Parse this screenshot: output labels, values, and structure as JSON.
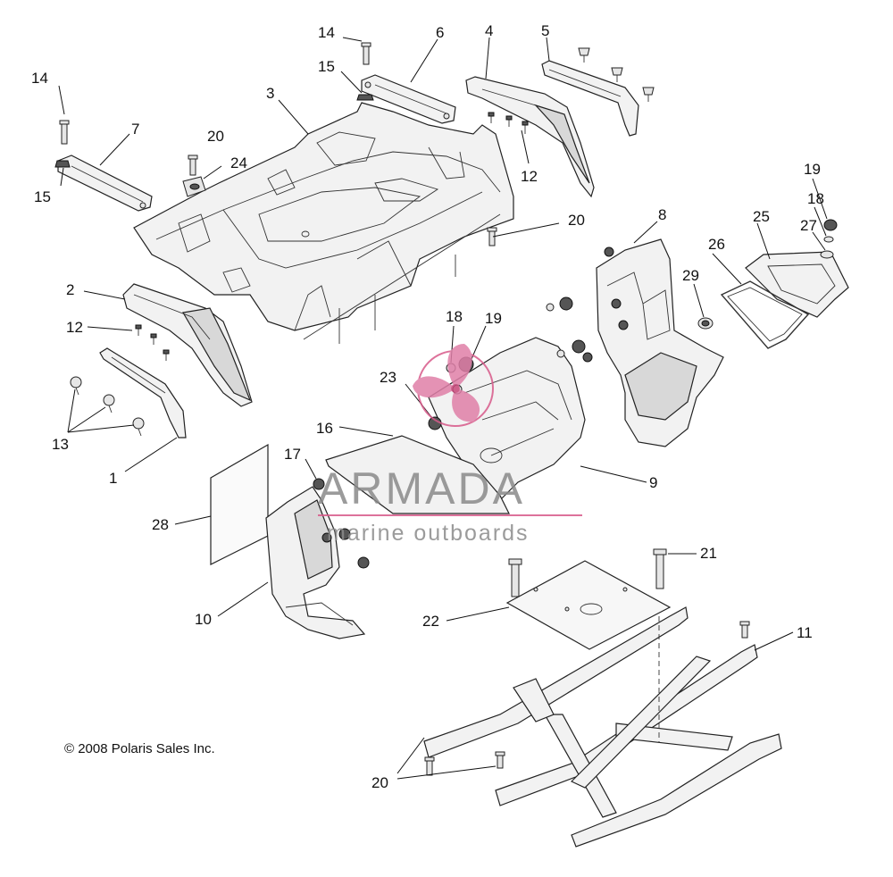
{
  "copyright": "© 2008 Polaris Sales Inc.",
  "watermark": {
    "brand": "ARMADA",
    "tagline": "marine outboards",
    "colors": {
      "accent": "#d85a8a",
      "text": "#8a8a8a"
    }
  },
  "callouts": [
    {
      "id": "c14a",
      "label": "14"
    },
    {
      "id": "c6",
      "label": "6"
    },
    {
      "id": "c4",
      "label": "4"
    },
    {
      "id": "c5",
      "label": "5"
    },
    {
      "id": "c14b",
      "label": "14"
    },
    {
      "id": "c15a",
      "label": "15"
    },
    {
      "id": "c3",
      "label": "3"
    },
    {
      "id": "c7",
      "label": "7"
    },
    {
      "id": "c20a",
      "label": "20"
    },
    {
      "id": "c24",
      "label": "24"
    },
    {
      "id": "c15b",
      "label": "15"
    },
    {
      "id": "c12a",
      "label": "12"
    },
    {
      "id": "c19a",
      "label": "19"
    },
    {
      "id": "c20b",
      "label": "20"
    },
    {
      "id": "c18a",
      "label": "18"
    },
    {
      "id": "c8",
      "label": "8"
    },
    {
      "id": "c25",
      "label": "25"
    },
    {
      "id": "c27",
      "label": "27"
    },
    {
      "id": "c26",
      "label": "26"
    },
    {
      "id": "c29",
      "label": "29"
    },
    {
      "id": "c2",
      "label": "2"
    },
    {
      "id": "c12b",
      "label": "12"
    },
    {
      "id": "c18b",
      "label": "18"
    },
    {
      "id": "c19b",
      "label": "19"
    },
    {
      "id": "c23",
      "label": "23"
    },
    {
      "id": "c13",
      "label": "13"
    },
    {
      "id": "c16",
      "label": "16"
    },
    {
      "id": "c9",
      "label": "9"
    },
    {
      "id": "c1",
      "label": "1"
    },
    {
      "id": "c17",
      "label": "17"
    },
    {
      "id": "c28",
      "label": "28"
    },
    {
      "id": "c21",
      "label": "21"
    },
    {
      "id": "c10",
      "label": "10"
    },
    {
      "id": "c22",
      "label": "22"
    },
    {
      "id": "c11",
      "label": "11"
    },
    {
      "id": "c20c",
      "label": "20"
    }
  ]
}
